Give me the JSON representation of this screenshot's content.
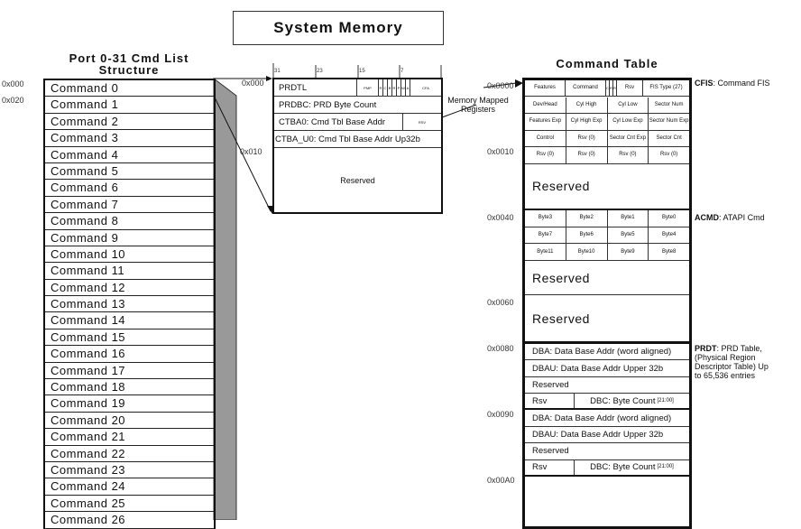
{
  "title": "System Memory",
  "cmd_list": {
    "title": "Port 0-31 Cmd List Structure",
    "addr_0": "0x000",
    "addr_1": "0x020",
    "commands": [
      "Command 0",
      "Command 1",
      "Command 2",
      "Command 3",
      "Command 4",
      "Command 5",
      "Command 6",
      "Command 7",
      "Command 8",
      "Command 9",
      "Command 10",
      "Command 11",
      "Command 12",
      "Command 13",
      "Command 14",
      "Command 15",
      "Command 16",
      "Command 17",
      "Command 18",
      "Command 19",
      "Command 20",
      "Command 21",
      "Command 22",
      "Command 23",
      "Command 24",
      "Command 25",
      "Command 26"
    ]
  },
  "header": {
    "bits": [
      "31",
      "23",
      "15",
      "7"
    ],
    "addr_0": "0x000",
    "addr_1": "0x010",
    "prdtl": "PRDTL",
    "pmp": "PMP",
    "flags": [
      "R",
      "C",
      "B",
      "R",
      "P",
      "W",
      "A"
    ],
    "cfa": "CFA",
    "prdbc": "PRDBC: PRD Byte Count",
    "ctba0": "CTBA0: Cmd Tbl Base Addr",
    "rsv": "RSV",
    "ctba_u0": "CTBA_U0: Cmd Tbl Base Addr Up32b",
    "reserved": "Reserved"
  },
  "mmr_label": "Memory Mapped Registers",
  "cmd_table": {
    "title": "Command Table",
    "addrs": {
      "a0000": "0x0000",
      "a0010": "0x0010",
      "a0040": "0x0040",
      "a0060": "0x0060",
      "a0080": "0x0080",
      "a0090": "0x0090",
      "a00a0": "0x00A0"
    },
    "cfis_rows": [
      [
        "Features",
        "Command",
        "C",
        "R",
        "R",
        "Rsv",
        "FIS Type (27)"
      ],
      [
        "Dev/Head",
        "Cyl High",
        "Cyl Low",
        "Sector Num"
      ],
      [
        "Features Exp",
        "Cyl High Exp",
        "Cyl Low Exp",
        "Sector Num Exp"
      ],
      [
        "Control",
        "Rsv (0)",
        "Sector Cnt Exp",
        "Sector Cnt"
      ],
      [
        "Rsv (0)",
        "Rsv (0)",
        "Rsv (0)",
        "Rsv (0)"
      ]
    ],
    "reserved": "Reserved",
    "acmd_rows": [
      [
        "Byte3",
        "Byte2",
        "Byte1",
        "Byte0"
      ],
      [
        "Byte7",
        "Byte6",
        "Byte5",
        "Byte4"
      ],
      [
        "Byte11",
        "Byte10",
        "Byte9",
        "Byte8"
      ]
    ],
    "prd": {
      "dba": "DBA: Data Base Addr (word aligned)",
      "dbau": "DBAU: Data Base Addr Upper 32b",
      "reserved": "Reserved",
      "rsv": "Rsv",
      "dbc": "DBC: Byte Count",
      "dbc_bits": "[21:00]"
    },
    "labels": {
      "cfis_b": "CFIS",
      "cfis": ": Command FIS",
      "acmd_b": "ACMD",
      "acmd": ": ATAPI Cmd",
      "prdt_b": "PRDT",
      "prdt": ": PRD Table, (Physical Region Descriptor Table) Up to 65,536 entries"
    }
  }
}
